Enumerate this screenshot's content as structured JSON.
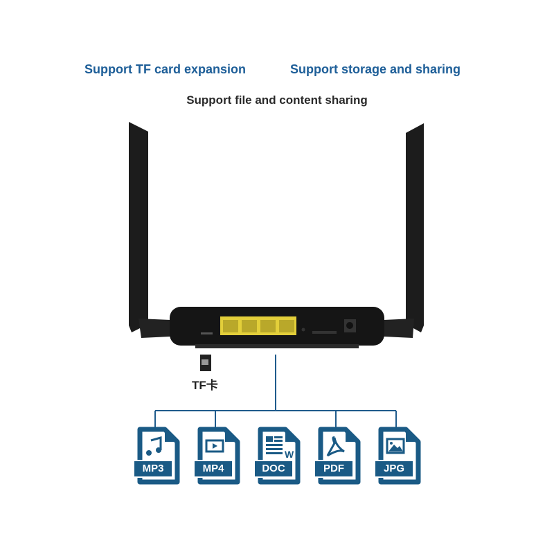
{
  "headings": {
    "tf_card": "Support TF card expansion",
    "storage": "Support storage and sharing",
    "file_sharing": "Support file and content sharing"
  },
  "tf_label": "TF卡",
  "files": [
    {
      "label": "MP3",
      "icon": "music-note-icon"
    },
    {
      "label": "MP4",
      "icon": "video-film-icon"
    },
    {
      "label": "DOC",
      "icon": "document-word-icon"
    },
    {
      "label": "PDF",
      "icon": "pdf-acrobat-icon"
    },
    {
      "label": "JPG",
      "icon": "image-icon"
    }
  ],
  "colors": {
    "accent": "#1d5e98",
    "icon": "#1a5a85",
    "port": "#e3cf3a"
  }
}
